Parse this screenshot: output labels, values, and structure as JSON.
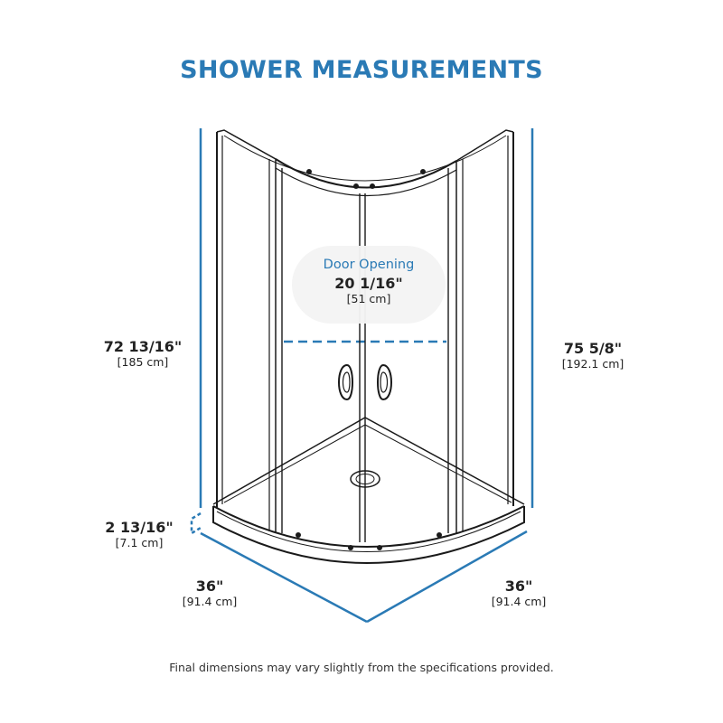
{
  "title": "SHOWER MEASUREMENTS",
  "door_opening": {
    "label": "Door Opening",
    "imperial": "20 1/16\"",
    "metric": "[51 cm]"
  },
  "dimensions": {
    "left_height": {
      "imperial": "72 13/16\"",
      "metric": "[185 cm]"
    },
    "right_height": {
      "imperial": "75 5/8\"",
      "metric": "[192.1 cm]"
    },
    "base_height": {
      "imperial": "2 13/16\"",
      "metric": "[7.1 cm]"
    },
    "left_width": {
      "imperial": "36\"",
      "metric": "[91.4 cm]"
    },
    "right_width": {
      "imperial": "36\"",
      "metric": "[91.4 cm]"
    }
  },
  "disclaimer": "Final dimensions may vary slightly from the specifications provided.",
  "colors": {
    "accent": "#2a7ab5",
    "line": "#1a1a1a"
  }
}
